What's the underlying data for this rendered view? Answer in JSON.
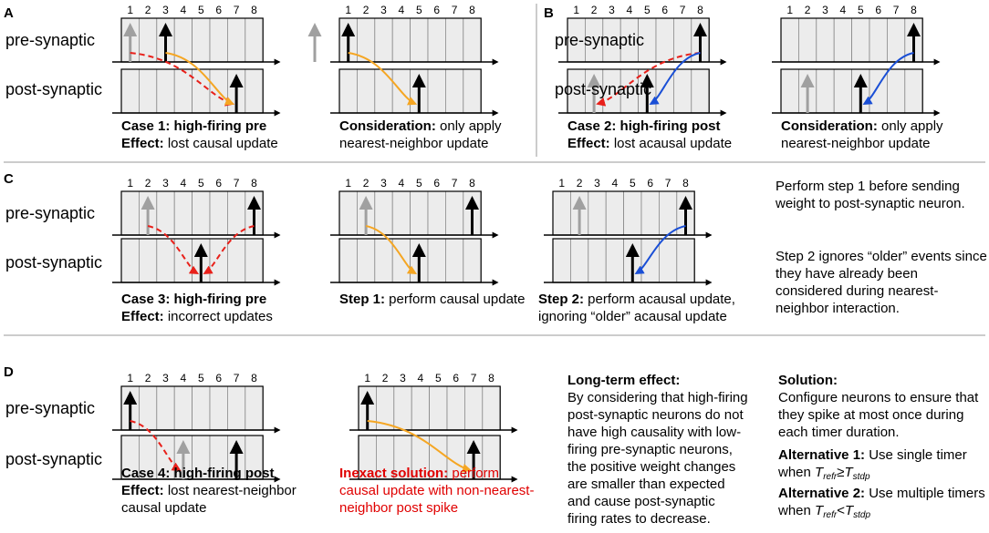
{
  "panels": {
    "a": "A",
    "b": "B",
    "c": "C",
    "d": "D"
  },
  "labels": {
    "pre": "pre-synaptic",
    "post": "post-synaptic"
  },
  "slot_numbers": [
    "1",
    "2",
    "3",
    "4",
    "5",
    "6",
    "7",
    "8"
  ],
  "captions": {
    "a1": {
      "bold1": "Case 1: high-firing pre",
      "bold2": "Effect:",
      "rest2": " lost causal update"
    },
    "a2": {
      "bold1": "Consideration:",
      "rest1": " only apply",
      "line2": "nearest-neighbor update"
    },
    "b1": {
      "bold1": "Case 2: high-firing post",
      "bold2": "Effect:",
      "rest2": " lost acausal update"
    },
    "b2": {
      "bold1": "Consideration:",
      "rest1": " only apply",
      "line2": "nearest-neighbor update"
    },
    "c1": {
      "bold1": "Case 3: high-firing pre",
      "bold2": "Effect:",
      "rest2": " incorrect updates"
    },
    "c2": {
      "bold1": "Step 1:",
      "rest1": " perform causal update"
    },
    "c3": {
      "bold1": "Step 2:",
      "rest1": " perform acausal update,",
      "line2": "ignoring “older” acausal update"
    },
    "d1": {
      "bold1": "Case 4: high-firing post",
      "bold2": "Effect:",
      "rest2": " lost nearest-neighbor",
      "line3": "causal update"
    },
    "d2": {
      "bold1": "Inexact solution:",
      "rest1": " perform",
      "line2": "causal update with non-nearest-",
      "line3": "neighbor post spike"
    }
  },
  "notes": {
    "c_step1": "Perform step 1 before sending weight to post-synaptic neuron.",
    "c_step2": "Step 2 ignores “older” events since they have already been considered during nearest-neighbor interaction.",
    "long_term_title": "Long-term effect:",
    "long_term_body": "By considering that high-firing post-synaptic neurons do not have high causality with low-firing pre-synaptic neurons, the positive weight changes are smaller than expected and cause post-synaptic firing rates to decrease.",
    "solution_title": "Solution:",
    "solution_body": "Configure neurons to ensure that they spike at most once during each timer duration.",
    "alt1_bold": "Alternative 1:",
    "alt1_text": " Use single timer when ",
    "alt2_bold": "Alternative 2:",
    "alt2_text": " Use multiple timers when ",
    "t_refr_main": "T",
    "t_refr_sub": "refr",
    "t_stdp_main": "T",
    "t_stdp_sub": "stdp",
    "geq": "≥",
    "lt": "<"
  },
  "colors": {
    "causal": "#f5a623",
    "acausal": "#1a4fd6",
    "lost": "#e8201a",
    "old_spike": "#a0a0a0",
    "spike": "#000000",
    "slot_fill": "#ececec"
  },
  "diagrams": [
    {
      "id": "A1",
      "pre": [
        {
          "slot": 1,
          "c": "gray"
        },
        {
          "slot": 3,
          "c": "black"
        }
      ],
      "post": [
        {
          "slot": 7,
          "c": "black"
        }
      ],
      "arrows": [
        {
          "kind": "lost",
          "from": [
            "pre",
            1
          ],
          "to": [
            "post",
            7
          ]
        },
        {
          "kind": "causal",
          "from": [
            "pre",
            3
          ],
          "to": [
            "post",
            7
          ]
        }
      ]
    },
    {
      "id": "A2",
      "pre": [
        {
          "slot": 1,
          "c": "black"
        }
      ],
      "post": [
        {
          "slot": 5,
          "c": "black"
        }
      ],
      "outside_pre": {
        "c": "gray"
      },
      "arrows": [
        {
          "kind": "causal",
          "from": [
            "pre",
            1
          ],
          "to": [
            "post",
            5
          ]
        }
      ]
    },
    {
      "id": "B1",
      "pre": [
        {
          "slot": 8,
          "c": "black"
        }
      ],
      "post": [
        {
          "slot": 2,
          "c": "gray"
        },
        {
          "slot": 5,
          "c": "black"
        }
      ],
      "arrows": [
        {
          "kind": "lost",
          "from": [
            "pre",
            8
          ],
          "to": [
            "post",
            2
          ]
        },
        {
          "kind": "acausal",
          "from": [
            "pre",
            8
          ],
          "to": [
            "post",
            5
          ]
        }
      ]
    },
    {
      "id": "B2",
      "pre": [
        {
          "slot": 8,
          "c": "black"
        }
      ],
      "post": [
        {
          "slot": 2,
          "c": "gray"
        },
        {
          "slot": 5,
          "c": "black"
        }
      ],
      "arrows": [
        {
          "kind": "acausal",
          "from": [
            "pre",
            8
          ],
          "to": [
            "post",
            5
          ]
        }
      ]
    },
    {
      "id": "C1",
      "pre": [
        {
          "slot": 2,
          "c": "gray"
        },
        {
          "slot": 8,
          "c": "black"
        }
      ],
      "post": [
        {
          "slot": 5,
          "c": "black"
        }
      ],
      "arrows": [
        {
          "kind": "lost",
          "from": [
            "pre",
            2
          ],
          "to": [
            "post",
            5
          ]
        },
        {
          "kind": "lost",
          "from": [
            "pre",
            8
          ],
          "to": [
            "post",
            5
          ]
        }
      ]
    },
    {
      "id": "C2",
      "pre": [
        {
          "slot": 2,
          "c": "gray"
        },
        {
          "slot": 8,
          "c": "black"
        }
      ],
      "post": [
        {
          "slot": 5,
          "c": "black"
        }
      ],
      "arrows": [
        {
          "kind": "causal",
          "from": [
            "pre",
            2
          ],
          "to": [
            "post",
            5
          ]
        }
      ]
    },
    {
      "id": "C3",
      "pre": [
        {
          "slot": 2,
          "c": "gray"
        },
        {
          "slot": 8,
          "c": "black"
        }
      ],
      "post": [
        {
          "slot": 5,
          "c": "black"
        }
      ],
      "arrows": [
        {
          "kind": "acausal",
          "from": [
            "pre",
            8
          ],
          "to": [
            "post",
            5
          ]
        }
      ]
    },
    {
      "id": "D1",
      "pre": [
        {
          "slot": 1,
          "c": "black"
        }
      ],
      "post": [
        {
          "slot": 4,
          "c": "gray"
        },
        {
          "slot": 7,
          "c": "black"
        }
      ],
      "arrows": [
        {
          "kind": "lost",
          "from": [
            "pre",
            1
          ],
          "to": [
            "post",
            4
          ]
        }
      ]
    },
    {
      "id": "D2",
      "pre": [
        {
          "slot": 1,
          "c": "black"
        }
      ],
      "post": [
        {
          "slot": 7,
          "c": "black"
        }
      ],
      "arrows": [
        {
          "kind": "causal",
          "from": [
            "pre",
            1
          ],
          "to": [
            "post",
            7
          ]
        }
      ]
    }
  ]
}
